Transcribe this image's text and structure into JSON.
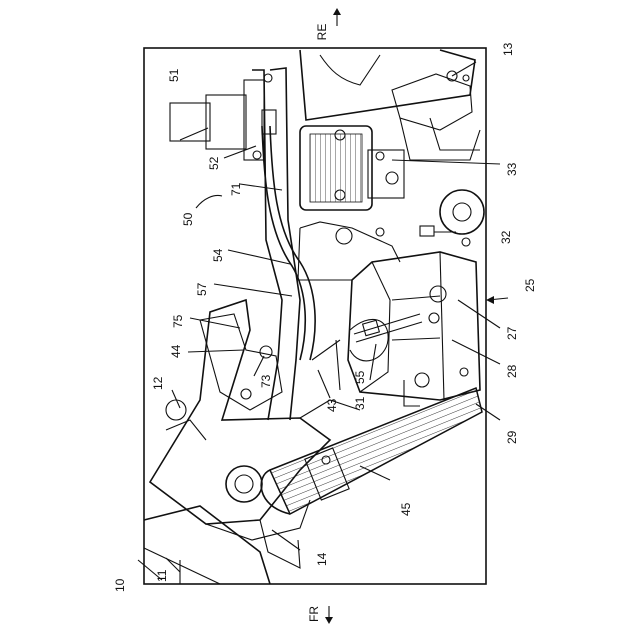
{
  "direction": {
    "rear": "RE",
    "front": "FR"
  },
  "labels": {
    "l10": "10",
    "l11": "11",
    "l12": "12",
    "l13": "13",
    "l14": "14",
    "l25": "25",
    "l27": "27",
    "l28": "28",
    "l29": "29",
    "l31": "31",
    "l32": "32",
    "l33": "33",
    "l43": "43",
    "l44": "44",
    "l45": "45",
    "l50": "50",
    "l51": "51",
    "l52": "52",
    "l54": "54",
    "l55": "55",
    "l57": "57",
    "l71": "71",
    "l73": "73",
    "l75": "75"
  }
}
